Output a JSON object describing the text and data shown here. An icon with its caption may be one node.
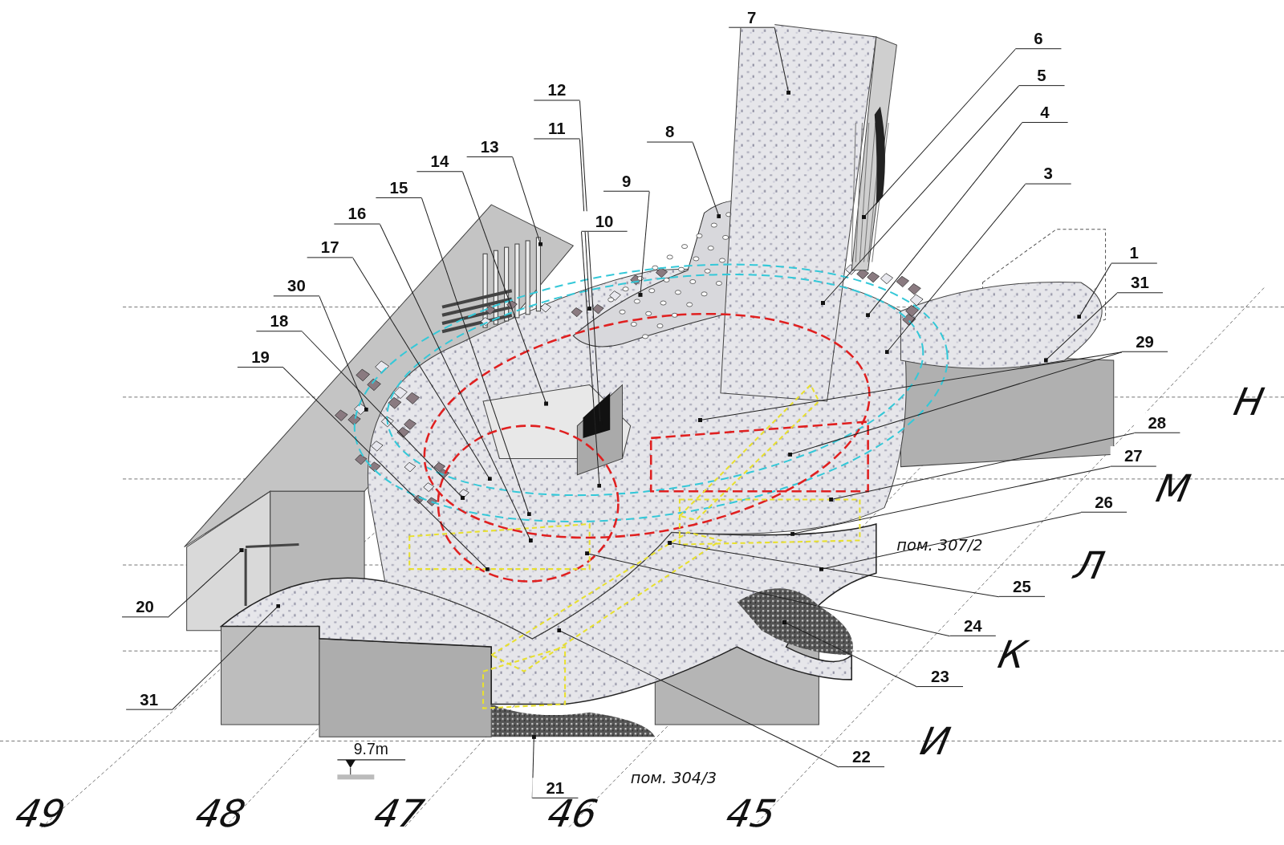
{
  "diagram": {
    "nodes": [
      {
        "text": [
          "1"
        ]
      },
      {
        "text": [
          "3"
        ]
      },
      {
        "text": [
          "4"
        ]
      },
      {
        "text": [
          "5"
        ]
      },
      {
        "text": [
          "6"
        ]
      },
      {
        "text": [
          "7"
        ]
      },
      {
        "text": [
          "8"
        ]
      },
      {
        "text": [
          "9"
        ]
      },
      {
        "text": [
          "10"
        ]
      },
      {
        "text": [
          "11"
        ]
      },
      {
        "text": [
          "12"
        ]
      },
      {
        "text": [
          "13"
        ]
      },
      {
        "text": [
          "14"
        ]
      },
      {
        "text": [
          "15"
        ]
      },
      {
        "text": [
          "16"
        ]
      },
      {
        "text": [
          "17"
        ]
      },
      {
        "text": [
          "18"
        ]
      },
      {
        "text": [
          "19"
        ]
      },
      {
        "text": [
          "20"
        ]
      },
      {
        "text": [
          "21"
        ]
      },
      {
        "text": [
          "22"
        ]
      },
      {
        "text": [
          "23"
        ]
      },
      {
        "text": [
          "24"
        ]
      },
      {
        "text": [
          "25"
        ]
      },
      {
        "text": [
          "26"
        ]
      },
      {
        "text": [
          "27"
        ]
      },
      {
        "text": [
          "28"
        ]
      },
      {
        "text": [
          "29"
        ]
      },
      {
        "text": [
          "30"
        ]
      },
      {
        "text": [
          "31"
        ]
      },
      {
        "text": [
          "31"
        ]
      }
    ],
    "edges": [
      {
        "from": 0,
        "to": null,
        "arrow": "other"
      },
      {
        "from": 1,
        "to": null,
        "arrow": "other"
      },
      {
        "from": 2,
        "to": null,
        "arrow": "other"
      },
      {
        "from": 3,
        "to": null,
        "arrow": "other"
      },
      {
        "from": 4,
        "to": null,
        "arrow": "other"
      },
      {
        "from": 5,
        "to": null,
        "arrow": "other"
      },
      {
        "from": 6,
        "to": null,
        "arrow": "other"
      },
      {
        "from": 7,
        "to": null,
        "arrow": "other"
      },
      {
        "from": 8,
        "to": null,
        "arrow": "other"
      },
      {
        "from": 9,
        "to": null,
        "arrow": "other"
      },
      {
        "from": 10,
        "to": null,
        "arrow": "other"
      },
      {
        "from": 11,
        "to": null,
        "arrow": "other"
      },
      {
        "from": 12,
        "to": null,
        "arrow": "other"
      },
      {
        "from": 13,
        "to": null,
        "arrow": "other"
      },
      {
        "from": 14,
        "to": null,
        "arrow": "other"
      },
      {
        "from": 15,
        "to": null,
        "arrow": "other"
      },
      {
        "from": 16,
        "to": null,
        "arrow": "other"
      },
      {
        "from": 17,
        "to": null,
        "arrow": "other"
      },
      {
        "from": 18,
        "to": null,
        "arrow": "other"
      },
      {
        "from": 19,
        "to": null,
        "arrow": "other"
      },
      {
        "from": 20,
        "to": null,
        "arrow": "other"
      },
      {
        "from": 21,
        "to": null,
        "arrow": "other"
      },
      {
        "from": 22,
        "to": null,
        "arrow": "other"
      },
      {
        "from": 23,
        "to": null,
        "arrow": "other"
      },
      {
        "from": 24,
        "to": null,
        "arrow": "other"
      },
      {
        "from": 25,
        "to": null,
        "arrow": "other"
      },
      {
        "from": 26,
        "to": null,
        "arrow": "other"
      },
      {
        "from": 27,
        "to": null,
        "arrow": "other"
      },
      {
        "from": 27,
        "to": null,
        "arrow": "other"
      },
      {
        "from": 28,
        "to": null,
        "arrow": "other"
      },
      {
        "from": 29,
        "to": null,
        "arrow": "other"
      },
      {
        "from": 30,
        "to": null,
        "arrow": "other"
      }
    ],
    "labels": [
      "Н",
      "М",
      "пом. 307/2",
      "Л",
      "К",
      "И",
      "9.7m",
      "пом. 304/3",
      "49",
      "48",
      "47",
      "46",
      "45"
    ]
  }
}
